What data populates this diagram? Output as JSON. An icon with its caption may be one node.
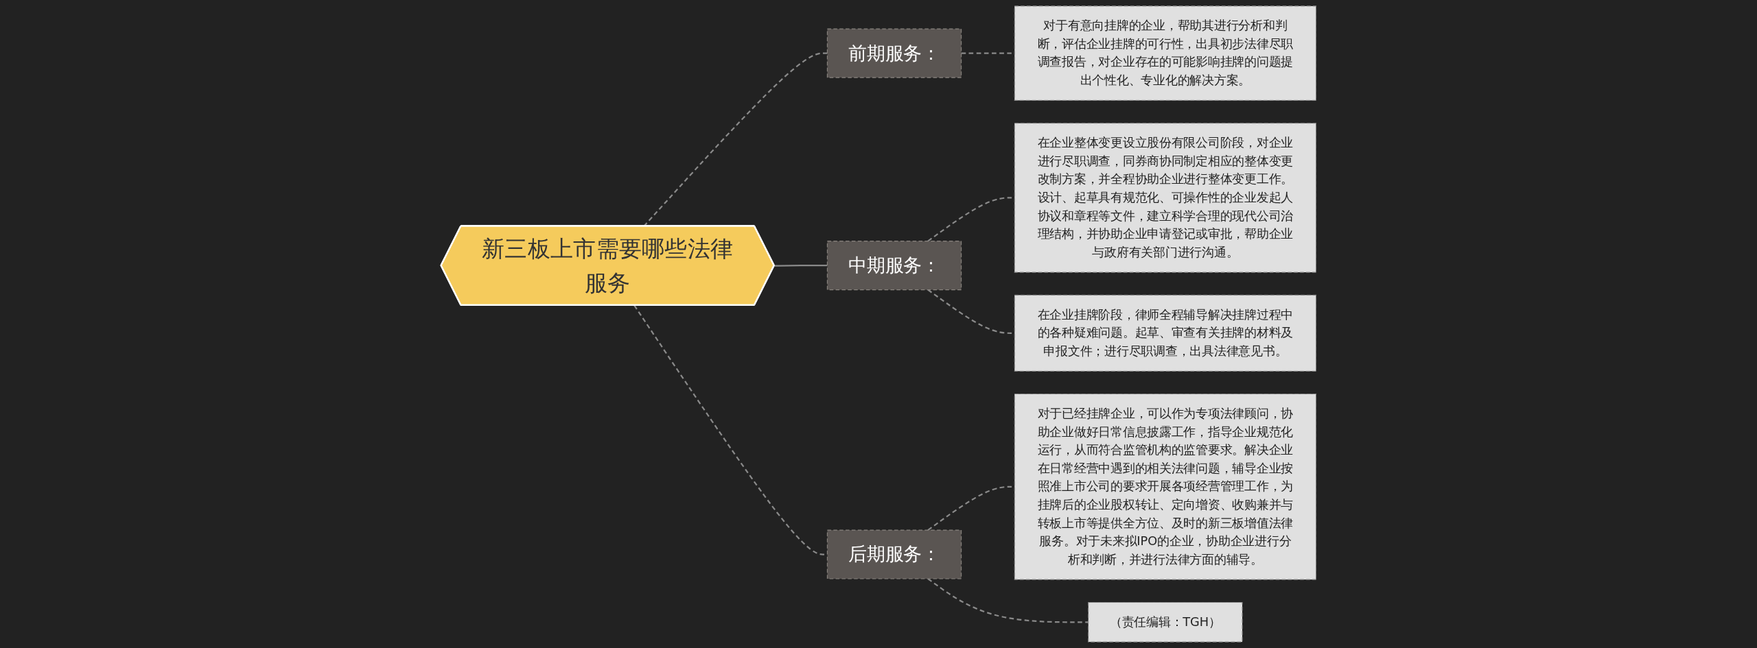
{
  "diagram": {
    "nodes": [
      {
        "text": [
          "新三板上市需要哪些法律服务"
        ]
      },
      {
        "text": [
          "前期服务："
        ]
      },
      {
        "text": [
          "对于有意向挂牌的企业，帮助其进行分析和判断，评估企业挂牌的可行性，出具初步法律尽职调查报告，对企业存在的可能影响挂牌的问题提出个性化、专业化的解决方案。"
        ]
      },
      {
        "text": [
          "中期服务："
        ]
      },
      {
        "text": [
          "在企业整体变更设立股份有限公司阶段，对企业进行尽职调查，同券商协同制定相应的整体变更改制方案，并全程协助企业进行整体变更工作。设计、起草具有规范化、可操作性的企业发起人协议和章程等文件，建立科学合理的现代公司治理结构，并协助企业申请登记或审批，帮助企业与政府有关部门进行沟通。"
        ]
      },
      {
        "text": [
          "在企业挂牌阶段，律师全程辅导解决挂牌过程中的各种疑难问题。起草、审查有关挂牌的材料及申报文件；进行尽职调查，出具法律意见书。"
        ]
      },
      {
        "text": [
          "后期服务："
        ]
      },
      {
        "text": [
          "对于已经挂牌企业，可以作为专项法律顾问，协助企业做好日常信息披露工作，指导企业规范化运行，从而符合监管机构的监管要求。解决企业在日常经营中遇到的相关法律问题，辅导企业按照准上市公司的要求开展各项经营管理工作，为挂牌后的企业股权转让、定向增资、收购兼并与转板上市等提供全方位、及时的新三板增值法律服务。对于未来拟IPO的企业，协助企业进行分析和判断，并进行法律方面的辅导。"
        ]
      },
      {
        "text": [
          "（责任编辑：TGH）"
        ]
      }
    ],
    "edges": [
      {
        "from": 0,
        "to": 1,
        "arrow": "none",
        "style": "dashed"
      },
      {
        "from": 1,
        "to": 2,
        "arrow": "none",
        "style": "dashed"
      },
      {
        "from": 0,
        "to": 3,
        "arrow": "none"
      },
      {
        "from": 3,
        "to": 4,
        "arrow": "none",
        "style": "dashed"
      },
      {
        "from": 3,
        "to": 5,
        "arrow": "none",
        "style": "dashed"
      },
      {
        "from": 0,
        "to": 6,
        "arrow": "none",
        "style": "dashed"
      },
      {
        "from": 6,
        "to": 7,
        "arrow": "none",
        "style": "dashed"
      },
      {
        "from": 6,
        "to": 8,
        "arrow": "none",
        "style": "dashed"
      }
    ]
  }
}
